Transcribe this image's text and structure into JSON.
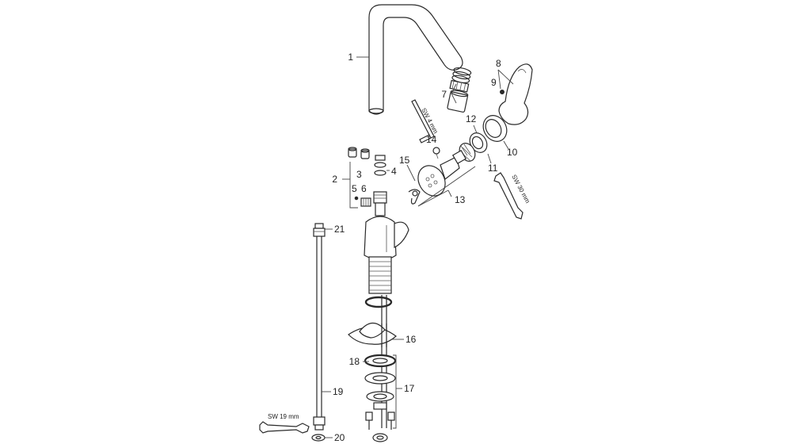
{
  "diagram": {
    "part_numbers": {
      "p1": "1",
      "p2": "2",
      "p3": "3",
      "p4": "4",
      "p5": "5",
      "p6": "6",
      "p7": "7",
      "p8": "8",
      "p9": "9",
      "p10": "10",
      "p11": "11",
      "p12": "12",
      "p13": "13",
      "p14": "14",
      "p15": "15",
      "p16": "16",
      "p17": "17",
      "p18": "18",
      "p19": "19",
      "p20": "20",
      "p21": "21"
    },
    "wrench_labels": {
      "sw4": "SW 4 mm",
      "sw30": "SW 30 mm",
      "sw19": "SW 19 mm"
    }
  }
}
